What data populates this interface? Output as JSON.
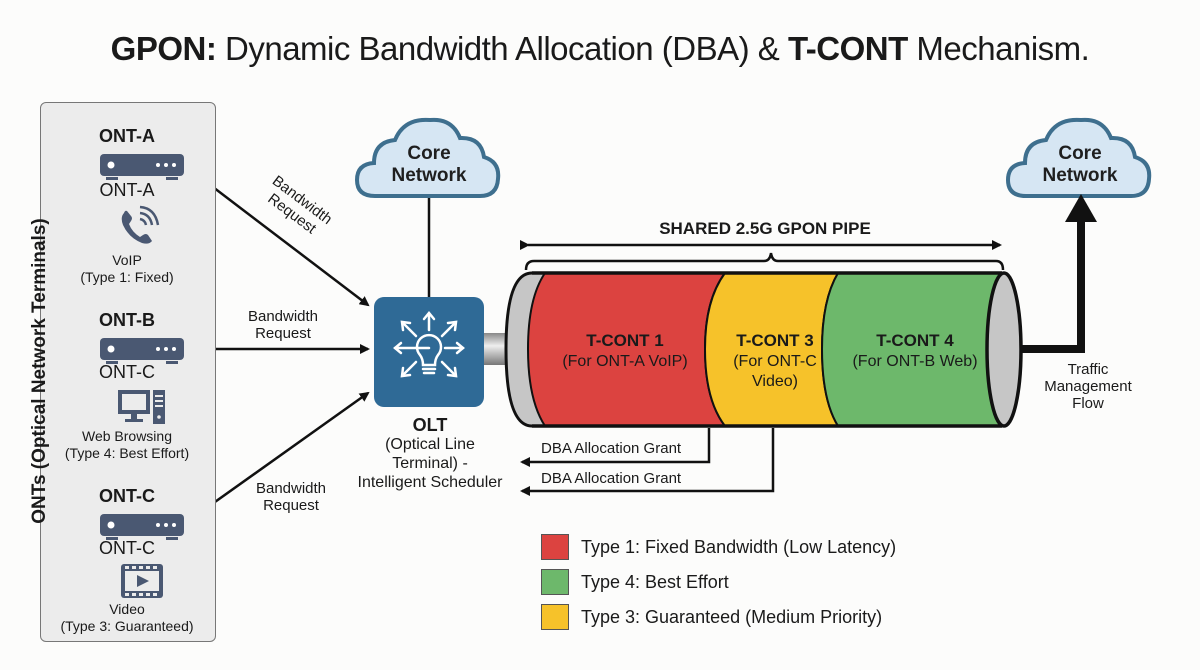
{
  "title": {
    "bold1": "GPON:",
    "normal1": " Dynamic Bandwidth Allocation (DBA) & ",
    "bold2": "T-CONT",
    "normal2": " Mechanism."
  },
  "onts_panel": {
    "label": "ONTs (Optical Network Terminals)",
    "items": [
      {
        "title": "ONT-A",
        "subtitle": "ONT-A",
        "service_icon": "phone-icon",
        "service": "VoIP",
        "type": "(Type 1: Fixed)"
      },
      {
        "title": "ONT-B",
        "subtitle": "ONT-C",
        "service_icon": "computer-icon",
        "service": "Web Browsing",
        "type": "(Type 4: Best Effort)"
      },
      {
        "title": "ONT-C",
        "subtitle": "ONT-C",
        "service_icon": "video-icon",
        "service": "Video",
        "type": "(Type 3: Guaranteed)"
      }
    ]
  },
  "requests": [
    {
      "line1": "Bandwidth",
      "line2": "Request"
    },
    {
      "line1": "Bandwidth",
      "line2": "Request"
    },
    {
      "line1": "Bandwidth",
      "line2": "Request"
    }
  ],
  "core_network_left": {
    "line1": "Core",
    "line2": "Network"
  },
  "core_network_right": {
    "line1": "Core",
    "line2": "Network"
  },
  "olt": {
    "icon": "lightbulb-scheduler-icon",
    "title": "OLT",
    "line1": "(Optical Line",
    "line2": "Terminal) -",
    "line3": "Intelligent Scheduler"
  },
  "pipe": {
    "label": "SHARED 2.5G GPON PIPE",
    "tconts": [
      {
        "name": "T-CONT 1",
        "desc1": "(For ONT-A VoIP)",
        "desc2": "",
        "color": "#dc4340"
      },
      {
        "name": "T-CONT 3",
        "desc1": "(For ONT-C",
        "desc2": "Video)",
        "color": "#f6c22a"
      },
      {
        "name": "T-CONT 4",
        "desc1": "(For ONT-B Web)",
        "desc2": "",
        "color": "#6db86b"
      }
    ]
  },
  "grants": [
    {
      "label": "DBA Allocation Grant"
    },
    {
      "label": "DBA Allocation Grant"
    }
  ],
  "traffic_flow": {
    "line1": "Traffic",
    "line2": "Management",
    "line3": "Flow"
  },
  "legend": [
    {
      "label": "Type 1: Fixed Bandwidth (Low Latency)",
      "color": "#dc4340"
    },
    {
      "label": "Type 4: Best Effort",
      "color": "#6db86b"
    },
    {
      "label": "Type 3: Guaranteed (Medium Priority)",
      "color": "#f6c22a"
    }
  ],
  "colors": {
    "device": "#4a5872",
    "olt_box": "#2f6a96",
    "cloud_fill": "#d6e6f3",
    "cloud_stroke": "#3e6f8e",
    "pipe_end": "#c6c6c6"
  }
}
